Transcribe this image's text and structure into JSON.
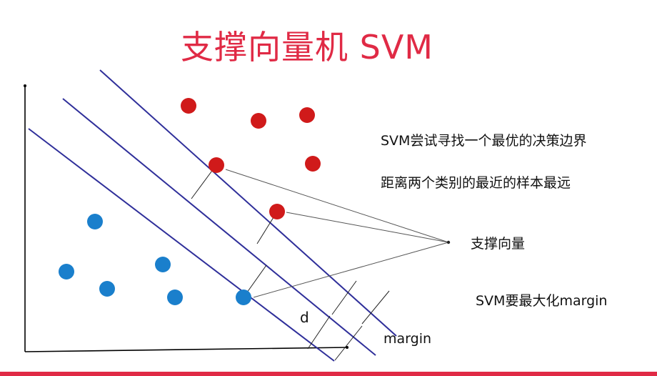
{
  "title": "支撑向量机 SVM",
  "annotations": {
    "line1": "SVM尝试寻找一个最优的决策边界",
    "line2": "距离两个类别的最近的样本最远",
    "support_vectors": "支撑向量",
    "maximize": "SVM要最大化margin",
    "d_label": "d",
    "margin_label": "margin"
  },
  "colors": {
    "title": "#e02a45",
    "class_red": "#d01a1a",
    "class_blue": "#1a7fcc",
    "boundary_lines": "#2f2f9a",
    "bottom_rule": "#e02a45"
  }
}
